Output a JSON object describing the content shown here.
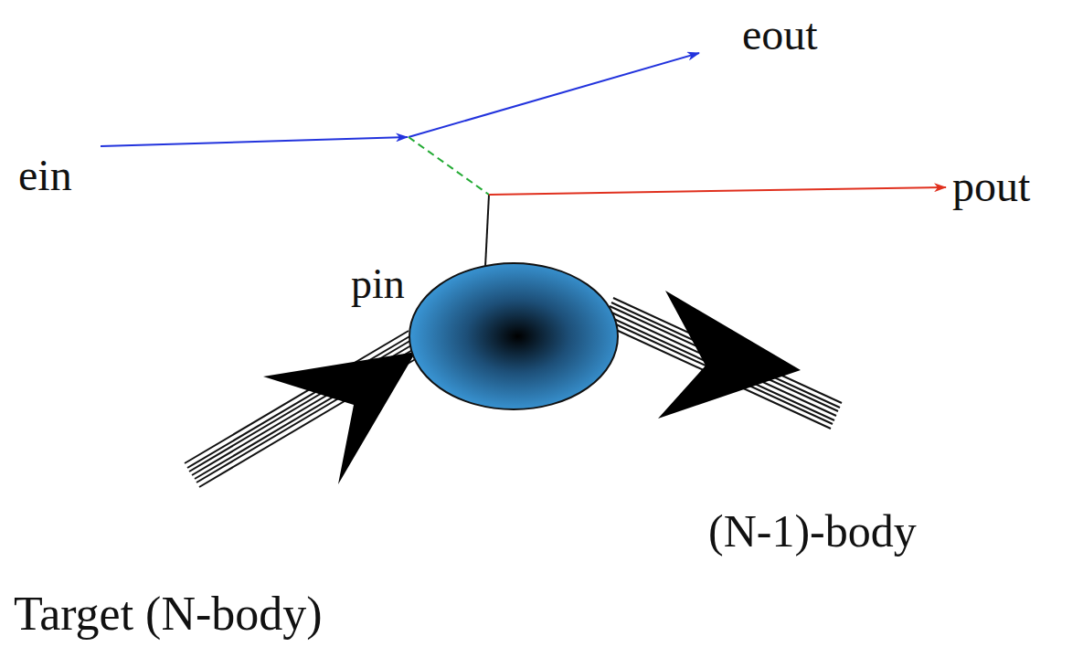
{
  "diagram": {
    "labels": [
      "eout",
      "ein",
      "pout",
      "pin",
      "(N-1)-body",
      "Target (N-body)"
    ]
  }
}
